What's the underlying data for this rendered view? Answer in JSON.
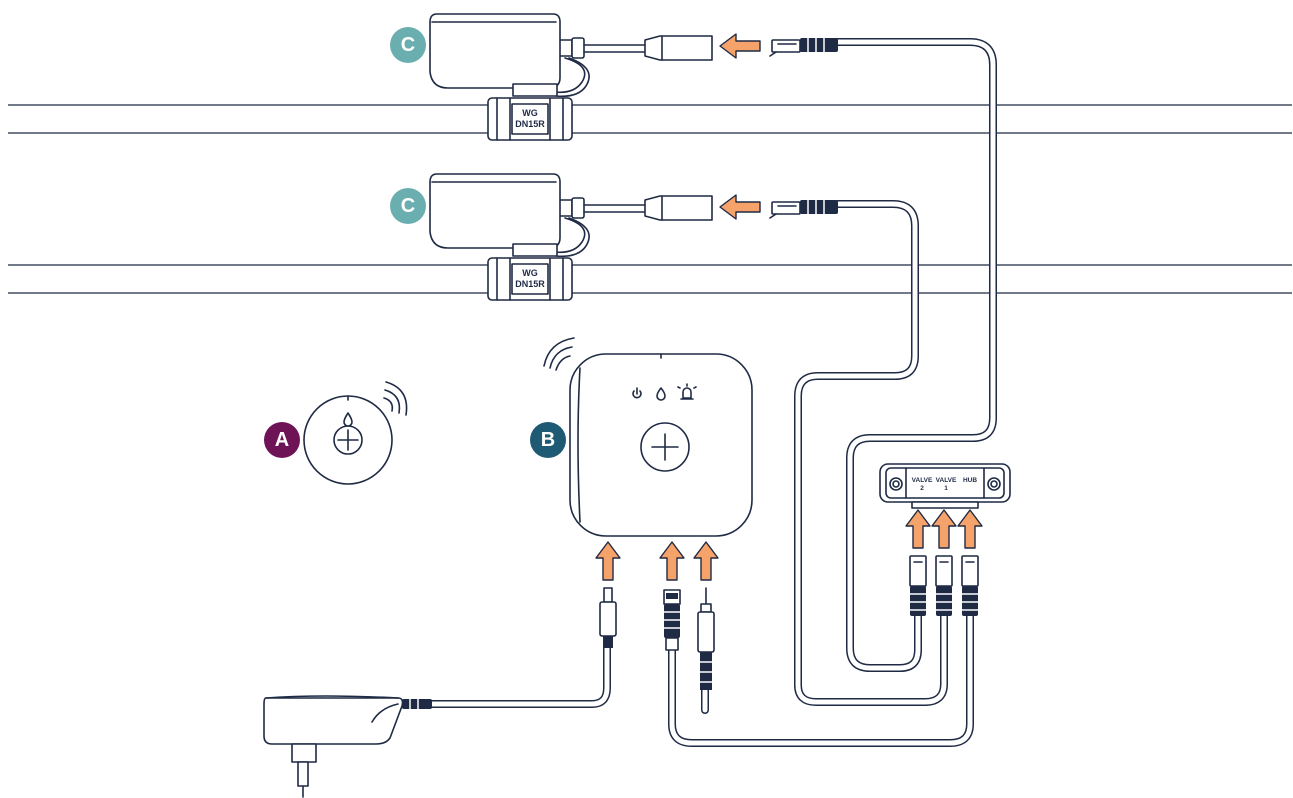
{
  "badges": {
    "a": "A",
    "b": "B",
    "c_top": "C",
    "c_bottom": "C"
  },
  "valve_labels": {
    "line1": "WG",
    "line2": "DN15R"
  },
  "port_labels": {
    "valve2_top": "VALVE",
    "valve2_bottom": "2",
    "valve1_top": "VALVE",
    "valve1_bottom": "1",
    "hub": "HUB"
  },
  "colors": {
    "badge_a": "#6e1456",
    "badge_b": "#1e5a73",
    "badge_c": "#6aaeb0",
    "arrow": "#f5a26b",
    "line": "#1f2a44"
  },
  "icons": [
    "power-icon",
    "water-drop-icon",
    "alarm-light-icon",
    "wifi-waves-icon"
  ]
}
